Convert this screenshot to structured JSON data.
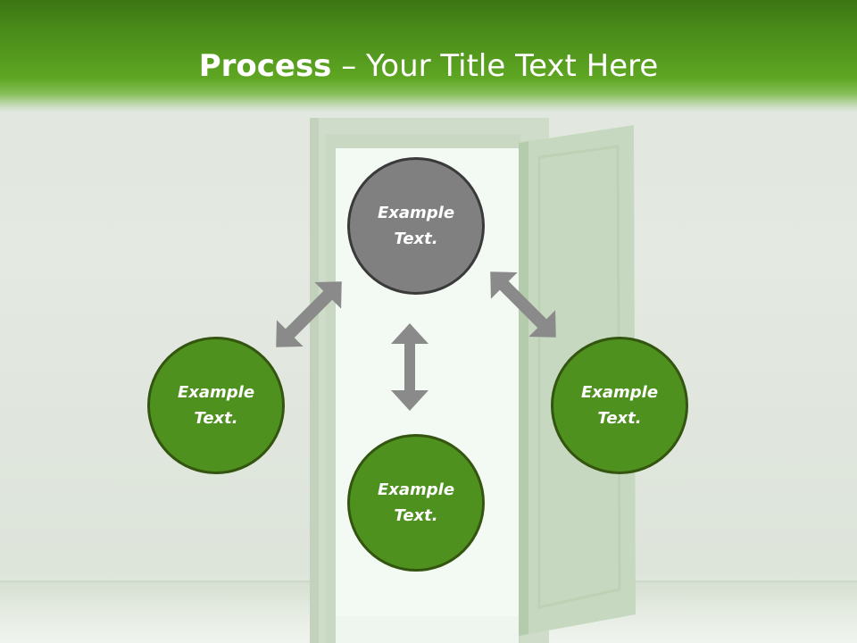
{
  "slide": {
    "title_bold": "Process",
    "title_rest": " – Your Title Text Here"
  },
  "nodes": [
    {
      "id": "top",
      "label": "Example Text.",
      "color": "#808080"
    },
    {
      "id": "left",
      "label": "Example Text.",
      "color": "#4f911f"
    },
    {
      "id": "bottom",
      "label": "Example Text.",
      "color": "#4f911f"
    },
    {
      "id": "right",
      "label": "Example Text.",
      "color": "#4f911f"
    }
  ],
  "colors": {
    "title_bar": "#5ea622",
    "arrow": "#8a8a8a",
    "node_green": "#4f911f",
    "node_gray": "#808080"
  }
}
